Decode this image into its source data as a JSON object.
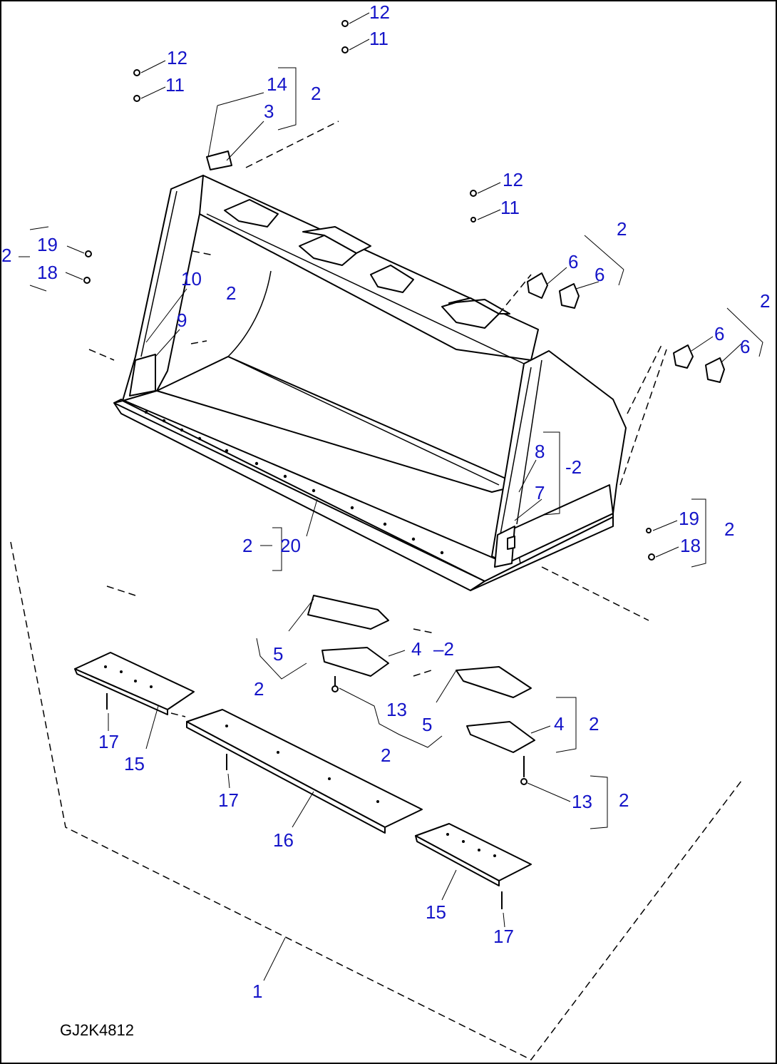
{
  "drawing": {
    "code": "GJ2K4812",
    "colors": {
      "callout": "#1414c8",
      "line": "#000000",
      "background": "#ffffff"
    }
  },
  "callouts": [
    {
      "name": "callout-12-top",
      "text": "12"
    },
    {
      "name": "callout-11-top",
      "text": "11"
    },
    {
      "name": "callout-12-left",
      "text": "12"
    },
    {
      "name": "callout-11-left",
      "text": "11"
    },
    {
      "name": "callout-14",
      "text": "14"
    },
    {
      "name": "callout-3",
      "text": "3"
    },
    {
      "name": "callout-2-bracket-14",
      "text": "2"
    },
    {
      "name": "callout-12-mid",
      "text": "12"
    },
    {
      "name": "callout-11-mid",
      "text": "11"
    },
    {
      "name": "callout-2-left",
      "text": "2"
    },
    {
      "name": "callout-19-left",
      "text": "19"
    },
    {
      "name": "callout-18-left",
      "text": "18"
    },
    {
      "name": "callout-10",
      "text": "10"
    },
    {
      "name": "callout-2-bucket",
      "text": "2"
    },
    {
      "name": "callout-9",
      "text": "9"
    },
    {
      "name": "callout-2-edge-a",
      "text": "2"
    },
    {
      "name": "callout-6-a",
      "text": "6"
    },
    {
      "name": "callout-6-b",
      "text": "6"
    },
    {
      "name": "callout-2-edge-b",
      "text": "2"
    },
    {
      "name": "callout-6-c",
      "text": "6"
    },
    {
      "name": "callout-6-d",
      "text": "6"
    },
    {
      "name": "callout-8",
      "text": "8"
    },
    {
      "name": "callout-2-side",
      "text": "-2"
    },
    {
      "name": "callout-7",
      "text": "7"
    },
    {
      "name": "callout-19-right",
      "text": "19"
    },
    {
      "name": "callout-18-right",
      "text": "18"
    },
    {
      "name": "callout-2-right",
      "text": "2"
    },
    {
      "name": "callout-2-cutting-edge",
      "text": "2"
    },
    {
      "name": "callout-20",
      "text": "20"
    },
    {
      "name": "callout-5-a",
      "text": "5"
    },
    {
      "name": "callout-2-wear-a",
      "text": "2"
    },
    {
      "name": "callout-4-a",
      "text": "4"
    },
    {
      "name": "callout-2-wear-b",
      "text": "–2"
    },
    {
      "name": "callout-13-a",
      "text": "13"
    },
    {
      "name": "callout-2-wear-c",
      "text": "2"
    },
    {
      "name": "callout-5-b",
      "text": "5"
    },
    {
      "name": "callout-4-b",
      "text": "4"
    },
    {
      "name": "callout-2-wear-d",
      "text": "2"
    },
    {
      "name": "callout-13-b",
      "text": "13"
    },
    {
      "name": "callout-2-wear-e",
      "text": "2"
    },
    {
      "name": "callout-17-a",
      "text": "17"
    },
    {
      "name": "callout-15-a",
      "text": "15"
    },
    {
      "name": "callout-17-b",
      "text": "17"
    },
    {
      "name": "callout-16",
      "text": "16"
    },
    {
      "name": "callout-15-b",
      "text": "15"
    },
    {
      "name": "callout-17-c",
      "text": "17"
    },
    {
      "name": "callout-1",
      "text": "1"
    }
  ]
}
